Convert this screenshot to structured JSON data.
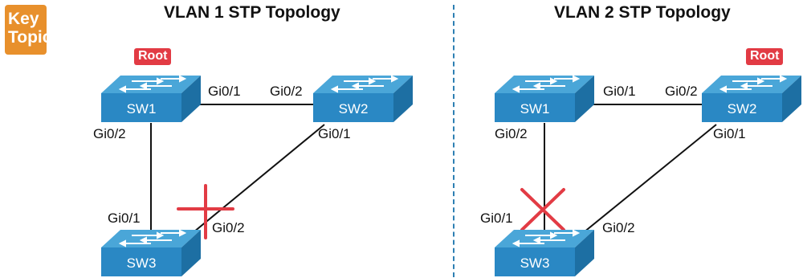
{
  "badge": {
    "line1": "Key",
    "line2": "Topic",
    "color": "#e8902c"
  },
  "left": {
    "title": "VLAN 1 STP Topology",
    "root_label": "Root",
    "switches": {
      "sw1": "SW1",
      "sw2": "SW2",
      "sw3": "SW3"
    },
    "ports": {
      "sw1_gi01": "Gi0/1",
      "sw2_gi02": "Gi0/2",
      "sw1_gi02": "Gi0/2",
      "sw2_gi01": "Gi0/1",
      "sw3_gi01": "Gi0/1",
      "sw3_gi02": "Gi0/2"
    },
    "blocked_port": "SW3 Gi0/2"
  },
  "right": {
    "title": "VLAN 2 STP Topology",
    "root_label": "Root",
    "switches": {
      "sw1": "SW1",
      "sw2": "SW2",
      "sw3": "SW3"
    },
    "ports": {
      "sw1_gi01": "Gi0/1",
      "sw2_gi02": "Gi0/2",
      "sw1_gi02": "Gi0/2",
      "sw2_gi01": "Gi0/1",
      "sw3_gi01": "Gi0/1",
      "sw3_gi02": "Gi0/2"
    },
    "blocked_port": "SW3 Gi0/1"
  },
  "colors": {
    "switch": "#2a88c4",
    "switch_top": "#4aa6d8",
    "blocked": "#e23b44",
    "link": "#111111"
  }
}
